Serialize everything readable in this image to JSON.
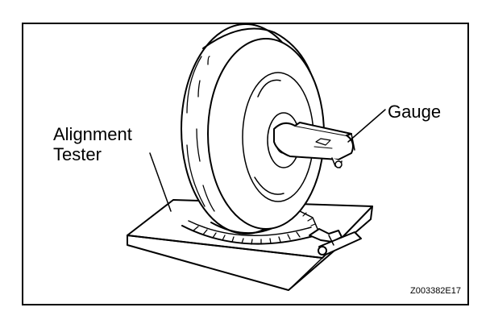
{
  "labels": {
    "alignment_tester_line1": "Alignment",
    "alignment_tester_line2": "Tester",
    "gauge": "Gauge"
  },
  "figure_code": "Z003382E17",
  "colors": {
    "ink": "#000000",
    "background": "#ffffff"
  }
}
